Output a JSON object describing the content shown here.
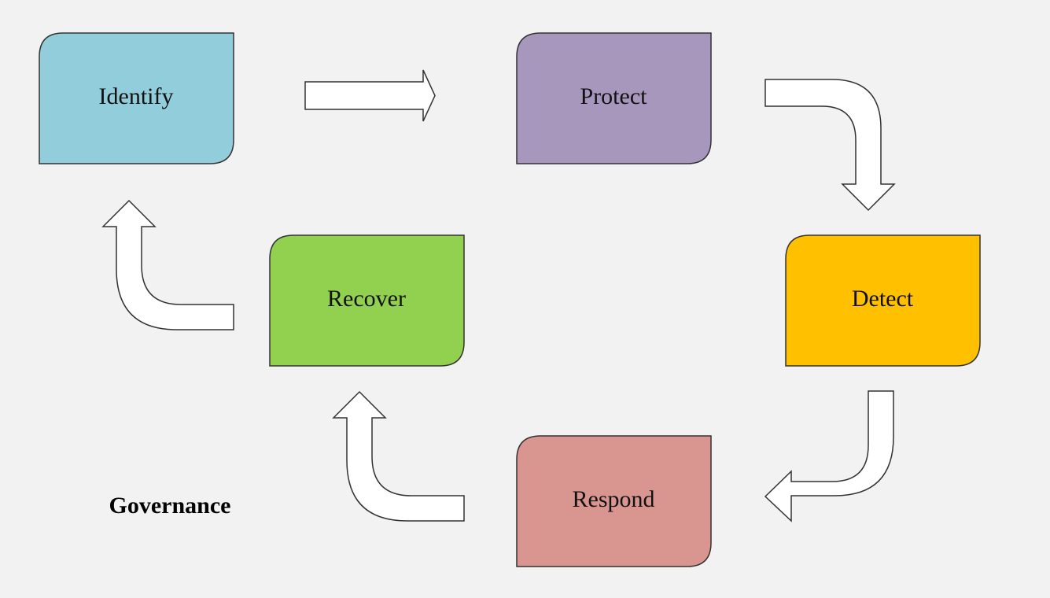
{
  "diagram": {
    "stages": [
      {
        "id": "identify",
        "label": "Identify",
        "color": "#92cddc"
      },
      {
        "id": "protect",
        "label": "Protect",
        "color": "#a797bd"
      },
      {
        "id": "detect",
        "label": "Detect",
        "color": "#ffc000"
      },
      {
        "id": "respond",
        "label": "Respond",
        "color": "#d9958f"
      },
      {
        "id": "recover",
        "label": "Recover",
        "color": "#92d050"
      }
    ],
    "flow": [
      {
        "from": "identify",
        "to": "protect"
      },
      {
        "from": "protect",
        "to": "detect"
      },
      {
        "from": "detect",
        "to": "respond"
      },
      {
        "from": "respond",
        "to": "recover"
      },
      {
        "from": "recover",
        "to": "identify"
      }
    ],
    "footer_label": "Governance"
  }
}
